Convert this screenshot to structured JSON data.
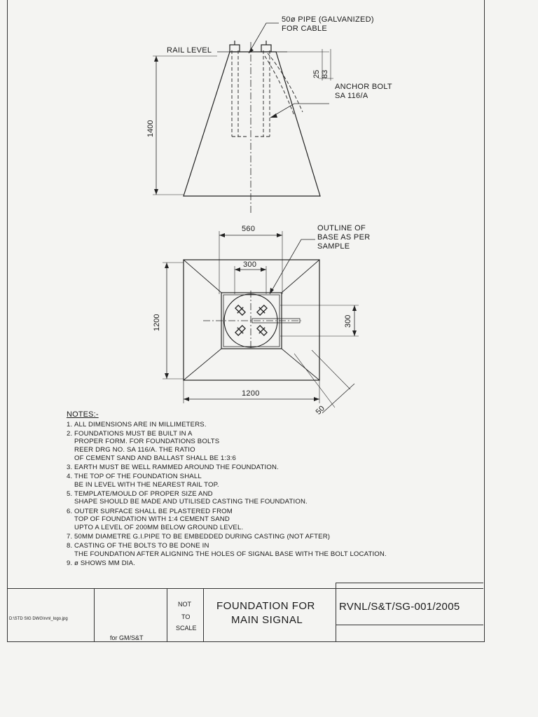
{
  "labels": {
    "pipe": [
      "50ø PIPE (GALVANIZED)",
      "FOR CABLE"
    ],
    "rail_level": "RAIL LEVEL",
    "anchor_bolt": [
      "ANCHOR BOLT",
      "SA 116/A"
    ],
    "dim_1400": "1400",
    "dim_25": "25",
    "dim_83": "83",
    "dim_560": "560",
    "outline": [
      "OUTLINE OF",
      "BASE AS PER",
      "SAMPLE"
    ],
    "dim_300_top": "300",
    "dim_300_side": "300",
    "dim_1200_side": "1200",
    "dim_1200_bottom": "1200",
    "dim_50": "50"
  },
  "notes": {
    "heading": "NOTES:-",
    "items": [
      {
        "num": "1.",
        "text": "ALL DIMENSIONS ARE IN MILLIMETERS."
      },
      {
        "num": "2.",
        "text": "FOUNDATIONS MUST BE BUILT IN A\nPROPER FORM. FOR FOUNDATIONS BOLTS\nREER DRG NO. SA 116/A. THE RATIO\nOF CEMENT SAND AND BALLAST SHALL BE 1:3:6"
      },
      {
        "num": "3.",
        "text": "EARTH MUST BE WELL RAMMED AROUND THE FOUNDATION."
      },
      {
        "num": "4.",
        "text": "THE TOP OF THE FOUNDATION SHALL\nBE IN LEVEL WITH THE NEAREST RAIL TOP."
      },
      {
        "num": "5.",
        "text": "TEMPLATE/MOULD OF PROPER SIZE AND\nSHAPE SHOULD BE MADE AND UTILISED CASTING THE FOUNDATION."
      },
      {
        "num": "6.",
        "text": "OUTER SURFACE SHALL BE PLASTERED FROM\nTOP OF FOUNDATION WITH 1:4 CEMENT SAND\nUPTO A LEVEL OF 200MM BELOW GROUND LEVEL."
      },
      {
        "num": "7.",
        "text": "50MM DIAMETRE G.I.PIPE TO BE EMBEDDED DURING CASTING (NOT AFTER)"
      },
      {
        "num": "8.",
        "text": "CASTING OF THE BOLTS TO BE DONE IN\nTHE FOUNDATION AFTER ALIGNING THE HOLES OF SIGNAL BASE WITH THE BOLT LOCATION."
      },
      {
        "num": "9.",
        "text": "ø SHOWS MM DIA."
      }
    ]
  },
  "title_block": {
    "file_path": "D:\\STD SIG DWG\\rvnl_logo.jpg",
    "signatory": "for GM/S&T",
    "scale": [
      "NOT",
      "TO",
      "SCALE"
    ],
    "title": [
      "FOUNDATION FOR",
      "MAIN SIGNAL"
    ],
    "drawing_no": "RVNL/S&T/SG-001/2005"
  }
}
